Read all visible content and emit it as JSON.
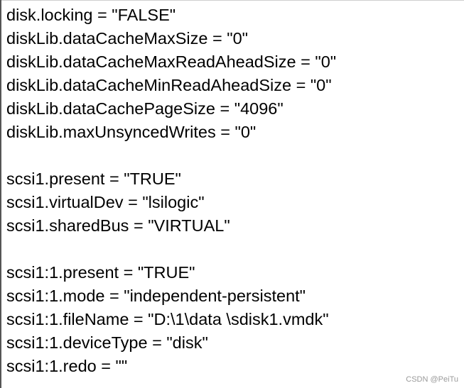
{
  "document": {
    "lines": [
      "disk.locking = \"FALSE\"",
      "diskLib.dataCacheMaxSize = \"0\"",
      "diskLib.dataCacheMaxReadAheadSize = \"0\"",
      "diskLib.dataCacheMinReadAheadSize = \"0\"",
      "diskLib.dataCachePageSize = \"4096\"",
      "diskLib.maxUnsyncedWrites = \"0\"",
      "",
      "scsi1.present = \"TRUE\"",
      "scsi1.virtualDev = \"lsilogic\"",
      "scsi1.sharedBus = \"VIRTUAL\"",
      "",
      "scsi1:1.present = \"TRUE\"",
      "scsi1:1.mode = \"independent-persistent\"",
      "scsi1:1.fileName = \"D:\\1\\data \\sdisk1.vmdk\"",
      "scsi1:1.deviceType = \"disk\"",
      "scsi1:1.redo = \"\""
    ],
    "watermark": "CSDN @PeiTu"
  }
}
